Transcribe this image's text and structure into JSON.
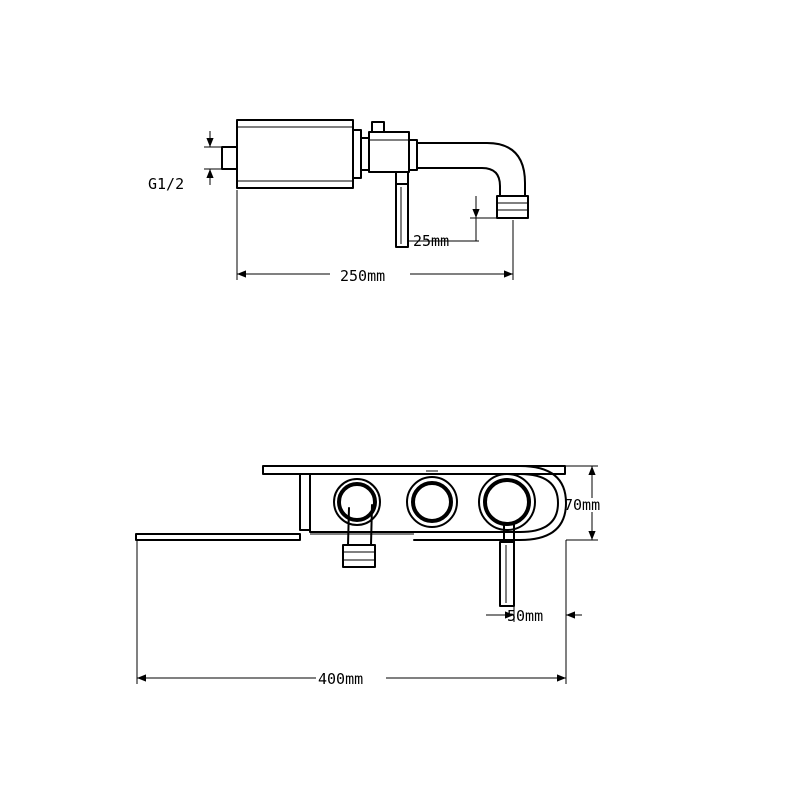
{
  "side_view": {
    "labels": {
      "thread": "G1/2",
      "drop": "25mm",
      "length": "250mm"
    }
  },
  "front_view": {
    "labels": {
      "height": "70mm",
      "offset": "50mm",
      "width": "400mm"
    }
  }
}
